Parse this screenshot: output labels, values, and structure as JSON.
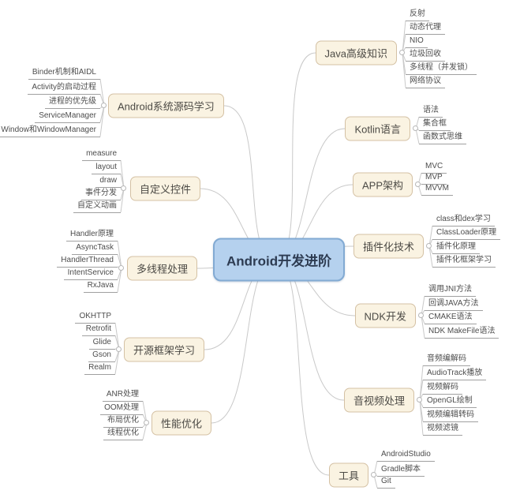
{
  "center": {
    "label": "Android开发进阶"
  },
  "colors": {
    "center_fill": "#b5d1ee",
    "center_border": "#82aad3",
    "center_text": "#2d3b51",
    "branch_fill": "#faf3e2",
    "branch_border": "#d4c1a4",
    "branch_text": "#4c4a45",
    "leaf_text": "#4d4d4d",
    "underline": "#a0a0a0",
    "line": "#c9c9c9"
  },
  "branches": [
    {
      "label": "Android系统源码学习",
      "side": "left",
      "children": [
        "Binder机制和AIDL",
        "Activity的启动过程",
        "进程的优先级",
        "ServiceManager",
        "Window和WindowManager"
      ]
    },
    {
      "label": "自定义控件",
      "side": "left",
      "children": [
        "measure",
        "layout",
        "draw",
        "事件分发",
        "自定义动画"
      ]
    },
    {
      "label": "多线程处理",
      "side": "left",
      "children": [
        "Handler原理",
        "AsyncTask",
        "HandlerThread",
        "IntentService",
        "RxJava"
      ]
    },
    {
      "label": "开源框架学习",
      "side": "left",
      "children": [
        "OKHTTP",
        "Retrofit",
        "Glide",
        "Gson",
        "Realm"
      ]
    },
    {
      "label": "性能优化",
      "side": "left",
      "children": [
        "ANR处理",
        "OOM处理",
        "布局优化",
        "线程优化"
      ]
    },
    {
      "label": "Java高级知识",
      "side": "right",
      "children": [
        "反射",
        "动态代理",
        "NIO",
        "垃圾回收",
        "多线程（并发锁）",
        "网络协议"
      ]
    },
    {
      "label": "Kotlin语言",
      "side": "right",
      "children": [
        "语法",
        "集合框",
        "函数式思维"
      ]
    },
    {
      "label": "APP架构",
      "side": "right",
      "children": [
        "MVC",
        "MVP",
        "MVVM"
      ]
    },
    {
      "label": "插件化技术",
      "side": "right",
      "children": [
        "class和dex学习",
        "ClassLoader原理",
        "插件化原理",
        "插件化框架学习"
      ]
    },
    {
      "label": "NDK开发",
      "side": "right",
      "children": [
        "调用JNI方法",
        "回调JAVA方法",
        "CMAKE语法",
        "NDK MakeFile语法"
      ]
    },
    {
      "label": "音视频处理",
      "side": "right",
      "children": [
        "音频编解码",
        "AudioTrack播放",
        "视频解码",
        "OpenGL绘制",
        "视频编辑转码",
        "视频滤镜"
      ]
    },
    {
      "label": "工具",
      "side": "right",
      "children": [
        "AndroidStudio",
        "Gradle脚本",
        "Git"
      ]
    }
  ]
}
